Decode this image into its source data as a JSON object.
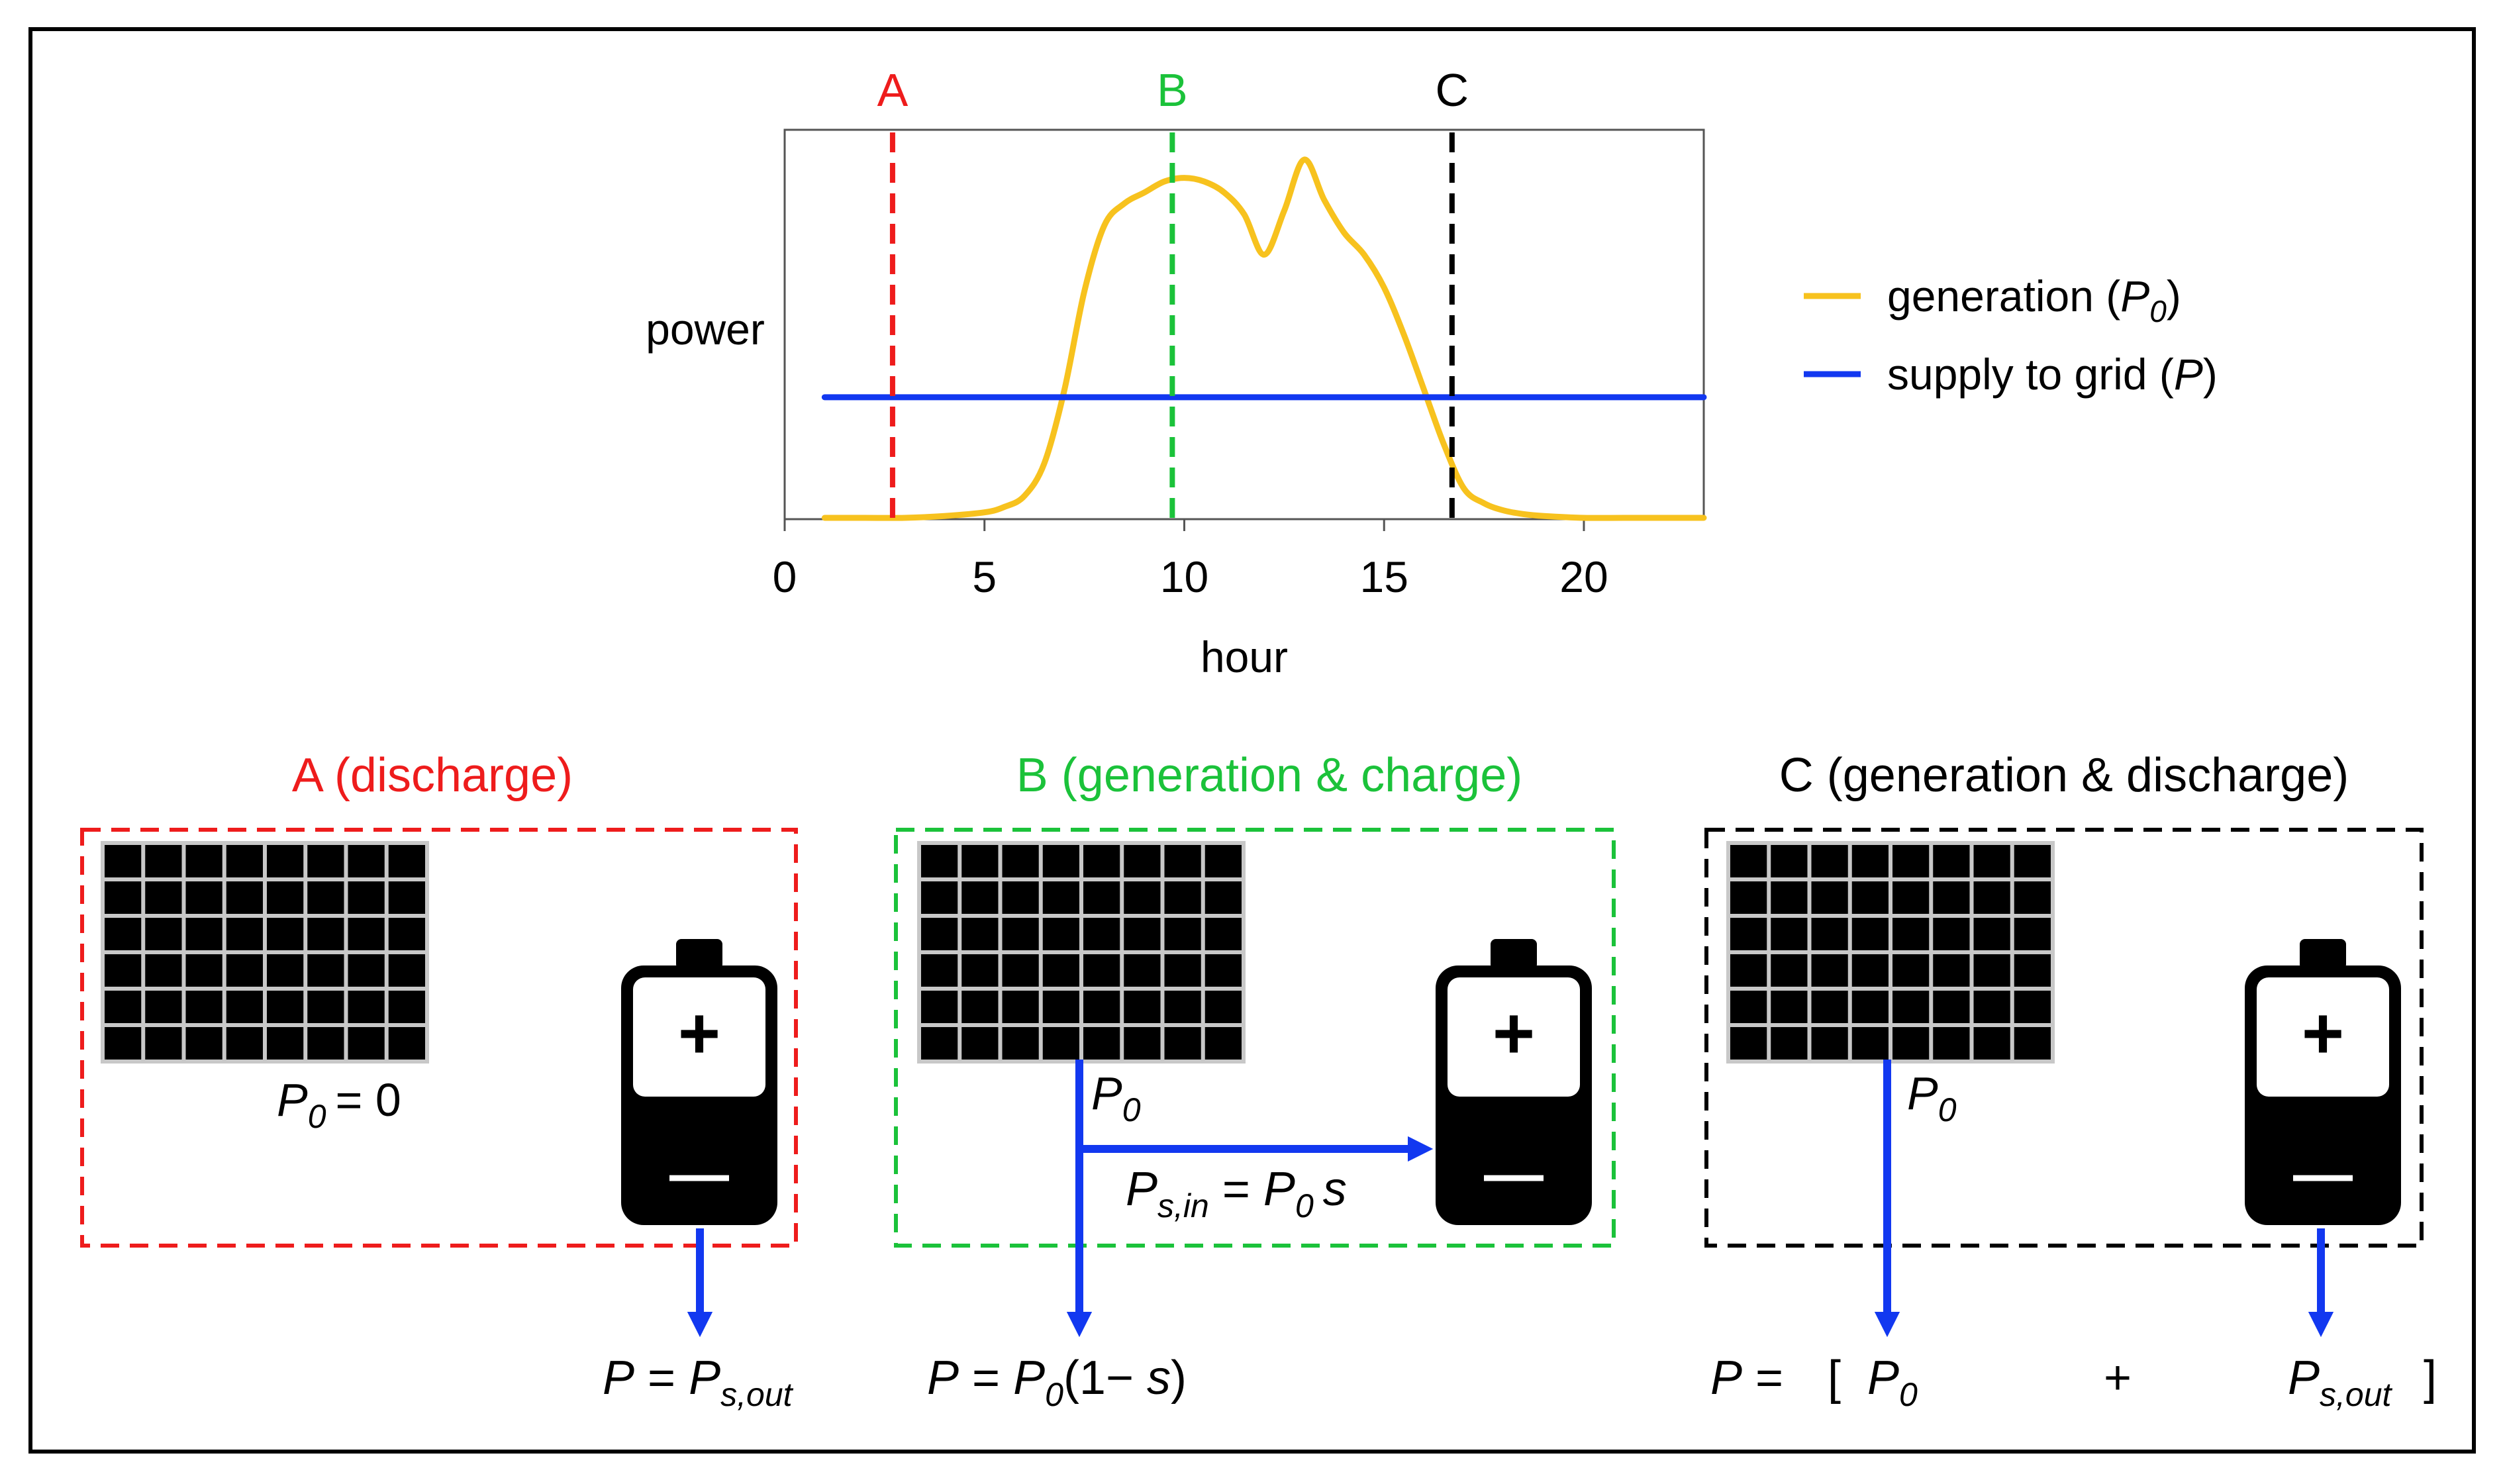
{
  "colors": {
    "red": "#ee1c1c",
    "green": "#1bc23a",
    "black": "#000000",
    "yellow": "#f7c21e",
    "blue": "#1238f0",
    "panel_grid": "#c8c8c8"
  },
  "chart_data": {
    "type": "line",
    "xlabel": "hour",
    "ylabel": "power",
    "xlim": [
      0,
      23
    ],
    "ylim": [
      0,
      100
    ],
    "x_ticks": [
      "0",
      "5",
      "10",
      "15",
      "20"
    ],
    "x_tick_values": [
      0,
      5,
      10,
      15,
      20
    ],
    "grid": false,
    "legend_position": "right",
    "legend": [
      {
        "label": "generation (",
        "var": "P",
        "sub": "0",
        "after": ")",
        "color": "#f7c21e"
      },
      {
        "label": "supply to grid (",
        "var": "P",
        "sub": "",
        "after": ")",
        "color": "#1238f0"
      }
    ],
    "series": [
      {
        "name": "generation (P0)",
        "color": "#f7c21e",
        "x": [
          1,
          2,
          3,
          4,
          5,
          5.5,
          6,
          6.5,
          7,
          7.5,
          8,
          8.5,
          9,
          9.5,
          10,
          10.5,
          11,
          11.5,
          12,
          12.5,
          13,
          13.5,
          14,
          14.5,
          15,
          15.5,
          16,
          16.5,
          17,
          17.5,
          18,
          18.5,
          19,
          20,
          21,
          22,
          23
        ],
        "y": [
          0,
          0,
          0,
          0.5,
          1.5,
          3,
          6,
          15,
          35,
          62,
          80,
          86,
          89,
          92,
          93,
          92,
          89,
          83,
          72,
          84,
          98,
          87,
          78,
          72,
          63,
          50,
          35,
          20,
          8,
          4,
          2,
          1,
          0.5,
          0,
          0,
          0,
          0
        ]
      },
      {
        "name": "supply to grid (P)",
        "color": "#1238f0",
        "x": [
          1,
          23
        ],
        "y": [
          33,
          33
        ]
      }
    ],
    "markers": [
      {
        "label": "A",
        "x": 2.7,
        "color": "#ee1c1c"
      },
      {
        "label": "B",
        "x": 9.7,
        "color": "#1bc23a"
      },
      {
        "label": "C",
        "x": 16.7,
        "color": "#000000"
      }
    ]
  },
  "scenarios": {
    "a": {
      "title": "A (discharge)",
      "p0_var": "P",
      "p0_sub": "0",
      "p0_rest": "= 0",
      "battery_plus": "+",
      "battery_minus": "—",
      "result_var": "P",
      "result_eq": " = ",
      "result_var2": "P",
      "result_sub": "s,out"
    },
    "b": {
      "title": "B (generation & charge)",
      "p0_var": "P",
      "p0_sub": "0",
      "charge_var": "P",
      "charge_sub": "s,in",
      "charge_eq": " = ",
      "charge_var2": "P",
      "charge_sub2": "0",
      "charge_s": "s",
      "battery_plus": "+",
      "battery_minus": "—",
      "result_var": "P",
      "result_eq": " = ",
      "result_var2": "P",
      "result_sub": "0",
      "result_paren_open": "(1− ",
      "result_s": "s",
      "result_paren_close": ")"
    },
    "c": {
      "title": "C (generation & discharge)",
      "p0_var": "P",
      "p0_sub": "0",
      "battery_plus": "+",
      "battery_minus": "—",
      "result_var": "P",
      "result_eq": " =",
      "bracket_open": "[",
      "result_var2": "P",
      "result_sub2": "0",
      "plus": "+",
      "result_var3": "P",
      "result_sub3": "s,out",
      "bracket_close": "]"
    }
  }
}
